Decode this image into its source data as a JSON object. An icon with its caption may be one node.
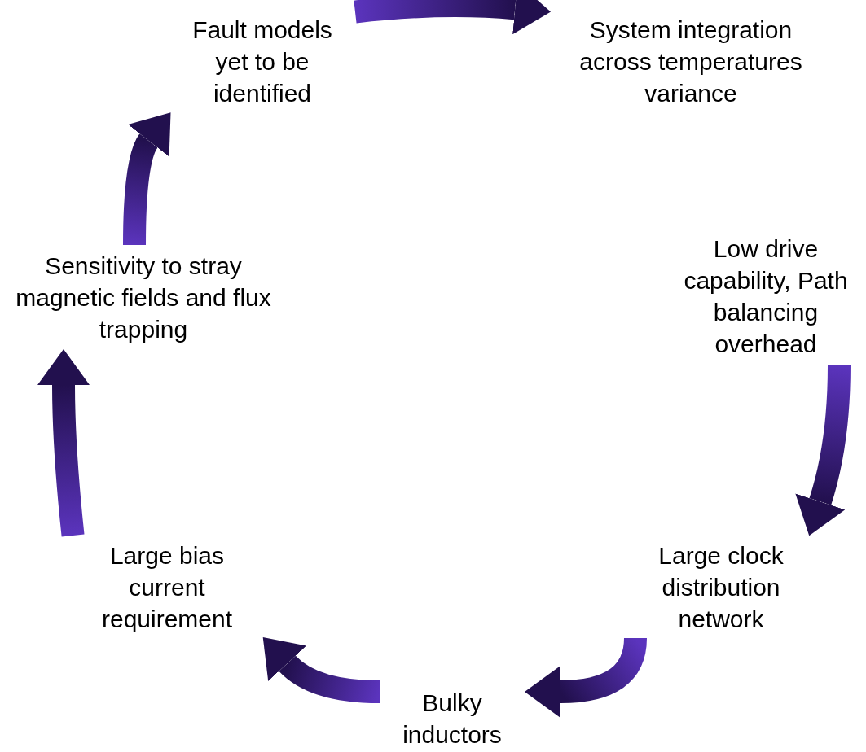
{
  "diagram": {
    "nodes": [
      {
        "text": [
          "Fault models yet to be identified"
        ]
      },
      {
        "text": [
          "System integration across temperatures variance"
        ]
      },
      {
        "text": [
          "Low drive capability, Path balancing overhead"
        ]
      },
      {
        "text": [
          "Large clock distribution network"
        ]
      },
      {
        "text": [
          "Bulky inductors"
        ]
      },
      {
        "text": [
          "Large bias current requirement"
        ]
      },
      {
        "text": [
          "Sensitivity to stray magnetic fields and flux trapping"
        ]
      }
    ],
    "edges": [
      {
        "from": 0,
        "to": 1,
        "arrow": "to"
      },
      {
        "from": 2,
        "to": 3,
        "arrow": "to"
      },
      {
        "from": 3,
        "to": 4,
        "arrow": "to"
      },
      {
        "from": 4,
        "to": 5,
        "arrow": "to"
      },
      {
        "from": 5,
        "to": 6,
        "arrow": "to"
      },
      {
        "from": 6,
        "to": 0,
        "arrow": "to"
      }
    ]
  }
}
